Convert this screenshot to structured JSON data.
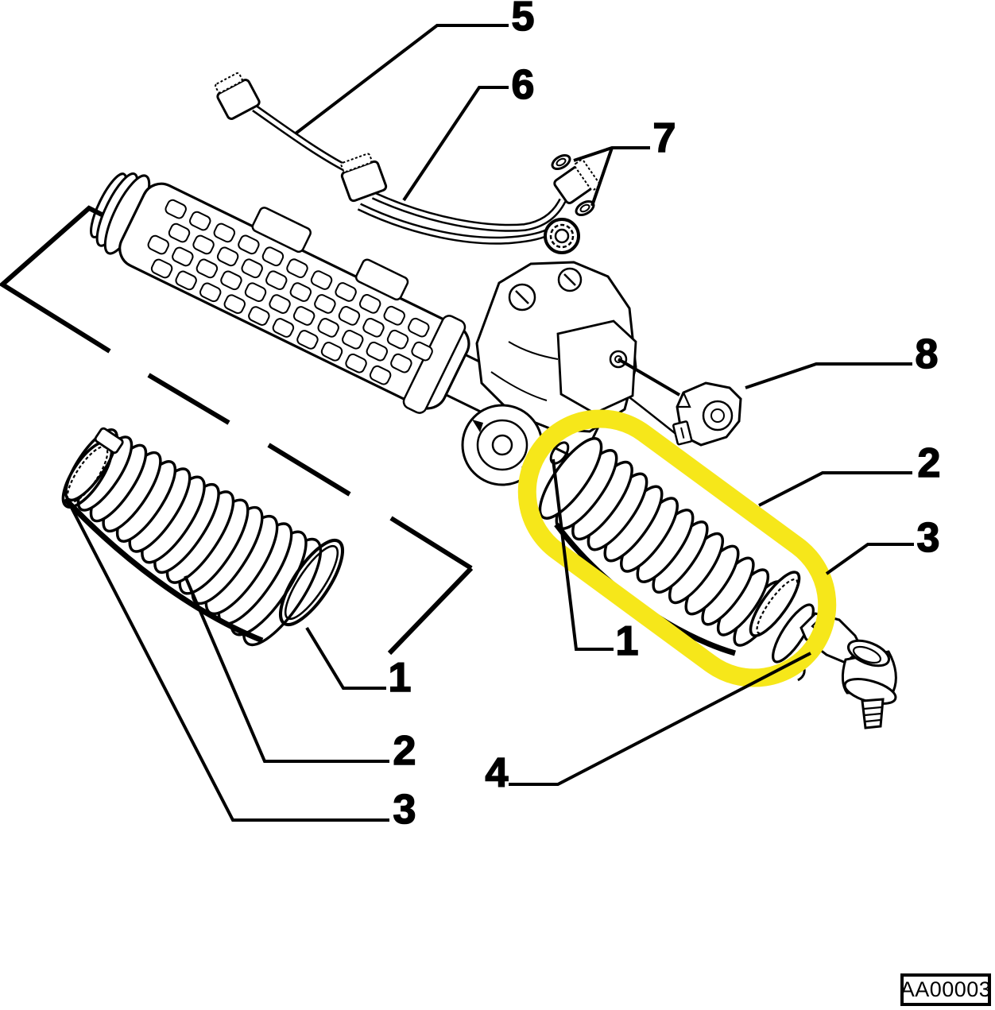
{
  "diagram": {
    "code": "AA00003",
    "background_color": "#ffffff",
    "line_color": "#000000",
    "highlight_color": "#f6e71a",
    "highlighted_part": "2",
    "callouts": {
      "c5": "5",
      "c6": "6",
      "c7": "7",
      "c8": "8",
      "right_2": "2",
      "right_3": "3",
      "right_1": "1",
      "c4": "4",
      "left_1": "1",
      "left_2": "2",
      "left_3": "3"
    }
  }
}
